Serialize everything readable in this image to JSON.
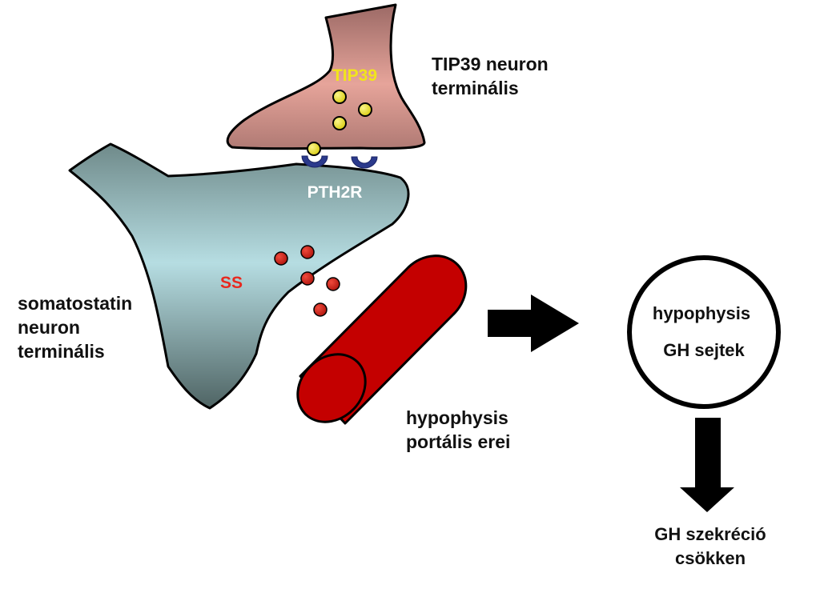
{
  "labels": {
    "tip39_marker": "TIP39",
    "tip39_terminal_line1": "TIP39 neuron",
    "tip39_terminal_line2": "terminális",
    "receptor": "PTH2R",
    "ss_marker": "SS",
    "somatostatin_line1": "somatostatin",
    "somatostatin_line2": "neuron",
    "somatostatin_line3": "terminális",
    "portal_line1": "hypophysis",
    "portal_line2": "portális erei",
    "pituitary_line1": "hypophysis",
    "pituitary_line2": "GH sejtek",
    "result_line1": "GH szekréció",
    "result_line2": "csökken"
  },
  "colors": {
    "tip39_text": "#f2e51b",
    "ss_text": "#e8281e",
    "receptor_text": "#ffffff",
    "receptor_shape": "#2b3a8c",
    "tip39_vesicle": "#e6dc18",
    "ss_vesicle": "#c81e16",
    "vessel": "#c40000",
    "arrow": "#000000"
  }
}
